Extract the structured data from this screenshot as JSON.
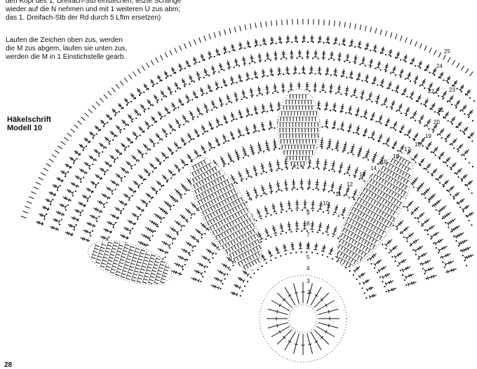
{
  "instructions_top": [
    "den Kopf des 1. Dreifach-Stb einstechen, letzte Schlinge",
    "wieder auf die N nehmen und mit 1 weiteren U zus abm;",
    "das 1. Dreifach-Stb der Rd durch 5 Lftm ersetzen)"
  ],
  "instructions_mid": [
    "Laufen die Zeichen oben zus, werden",
    "die M zus abgem, laufen sie unten zus,",
    "werden die M in 1 Einstichstelle gearb."
  ],
  "title": [
    "Häkelschrift",
    "Modell 10"
  ],
  "page_number": "28",
  "round_numbers": [
    "2",
    "3",
    "4",
    "5",
    "6",
    "7",
    "8",
    "9",
    "10",
    "11",
    "12",
    "13",
    "14",
    "15",
    "16",
    "17",
    "18",
    "19",
    "20",
    "21",
    "22",
    "23",
    "24",
    "25"
  ],
  "colors": {
    "ink": "#111111",
    "paper": "#ffffff"
  }
}
